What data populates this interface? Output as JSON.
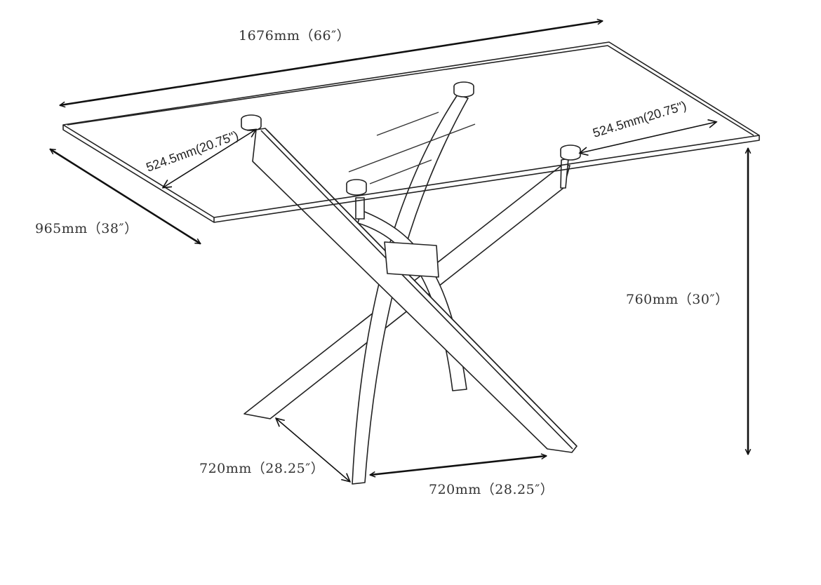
{
  "diagram": {
    "subject": "Rectangular glass dining table with crossed-leg base",
    "stroke_color": "#222222",
    "background": "#ffffff",
    "dimensions": {
      "length": {
        "label": "1676mm（66″）",
        "mm": 1676,
        "in": 66
      },
      "width": {
        "label": "965mm（38″）",
        "mm": 965,
        "in": 38
      },
      "height": {
        "label": "760mm（30″）",
        "mm": 760,
        "in": 30
      },
      "top_support_left": {
        "label": "524.5mm(20.75\")",
        "mm": 524.5,
        "in": 20.75
      },
      "top_support_right": {
        "label": "524.5mm(20.75\")",
        "mm": 524.5,
        "in": 20.75
      },
      "base_foot_left": {
        "label": "720mm（28.25″）",
        "mm": 720,
        "in": 28.25
      },
      "base_foot_front": {
        "label": "720mm（28.25″）",
        "mm": 720,
        "in": 28.25
      }
    }
  }
}
